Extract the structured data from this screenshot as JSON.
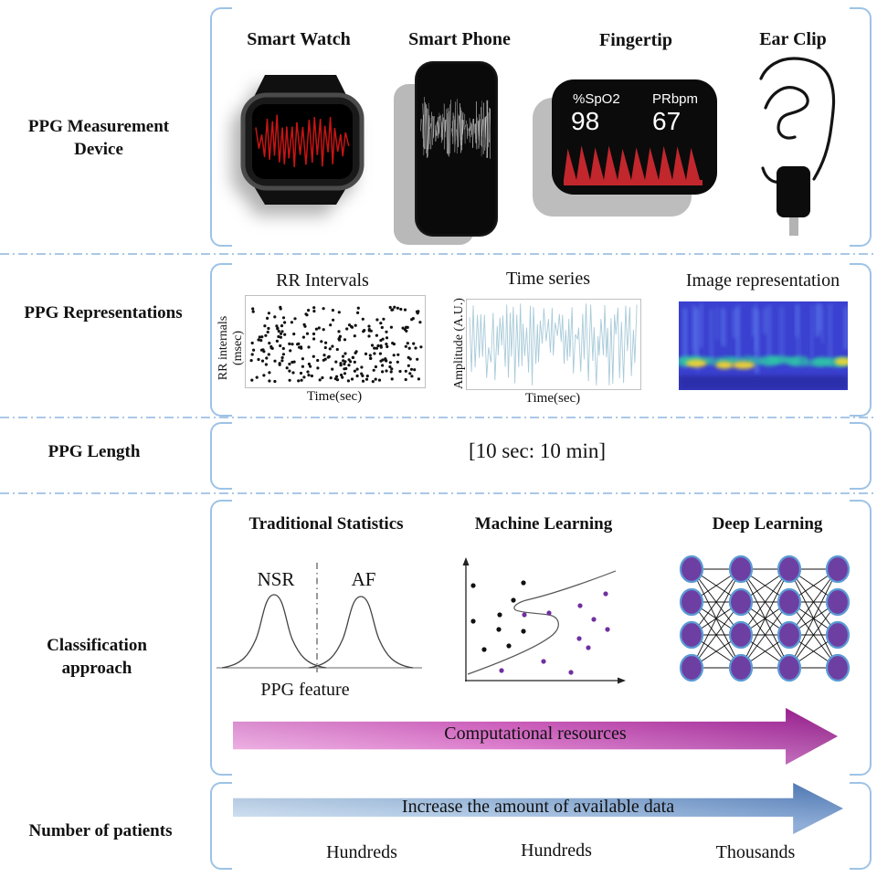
{
  "side_labels": {
    "measurement_line1": "PPG Measurement",
    "measurement_line2": "Device",
    "representations": "PPG Representations",
    "length": "PPG Length",
    "classification_line1": "Classification",
    "classification_line2": "approach",
    "patients": "Number of patients"
  },
  "devices": {
    "smart_watch": {
      "title": "Smart Watch"
    },
    "smart_phone": {
      "title": "Smart Phone"
    },
    "fingertip": {
      "title": "Fingertip",
      "spo2_label": "%SpO2",
      "pr_label": "PRbpm",
      "spo2_value": "98",
      "pr_value": "67"
    },
    "ear_clip": {
      "title": "Ear Clip"
    }
  },
  "representations": {
    "rr": {
      "title": "RR Intervals",
      "ylabel": "RR internals (msec)",
      "xlabel": "Time(sec)"
    },
    "timeseries": {
      "title": "Time series",
      "ylabel": "Amplitude (A.U.)",
      "xlabel": "Time(sec)"
    },
    "image": {
      "title": "Image representation"
    }
  },
  "ppg_length": {
    "value": "[10 sec: 10 min]"
  },
  "classification": {
    "traditional": {
      "title": "Traditional Statistics",
      "left_label": "NSR",
      "right_label": "AF",
      "xlabel": "PPG feature"
    },
    "ml": {
      "title": "Machine Learning",
      "black_points": [
        [
          18,
          36
        ],
        [
          73,
          33
        ],
        [
          62,
          52
        ],
        [
          47,
          68
        ],
        [
          18,
          75
        ],
        [
          46,
          84
        ],
        [
          73,
          86
        ],
        [
          57,
          102
        ],
        [
          30,
          106
        ]
      ],
      "purple_points": [
        [
          163,
          45
        ],
        [
          135,
          58
        ],
        [
          101,
          66
        ],
        [
          74,
          68
        ],
        [
          150,
          73
        ],
        [
          165,
          84
        ],
        [
          134,
          94
        ],
        [
          144,
          104
        ],
        [
          95,
          119
        ],
        [
          125,
          131
        ],
        [
          49,
          129
        ]
      ]
    },
    "dl": {
      "title": "Deep Learning",
      "layers": 4,
      "nodes_per_layer": 4
    }
  },
  "arrows": {
    "computational": {
      "label": "Computational resources"
    },
    "data_growth": {
      "label": "Increase the amount of available data"
    }
  },
  "patient_counts": {
    "traditional": "Hundreds",
    "ml": "Hundreds",
    "dl": "Thousands"
  },
  "colors": {
    "bracket_blue": "#9dc3e6",
    "separator_blue": "#aac8e8",
    "waveform_red": "#c81414",
    "pulse_red": "#c1272d",
    "timeseries_blue": "#a9cbd9",
    "dot_black": "#111111",
    "dot_purple": "#7030a0",
    "node_purple": "#6e3fa3",
    "node_stroke": "#5b9bd5",
    "arrow_pink_start": "#eda0e0",
    "arrow_pink_end": "#a12d9c",
    "arrow_blue_start": "#c6dcf1",
    "arrow_blue_end": "#5c88c4"
  }
}
